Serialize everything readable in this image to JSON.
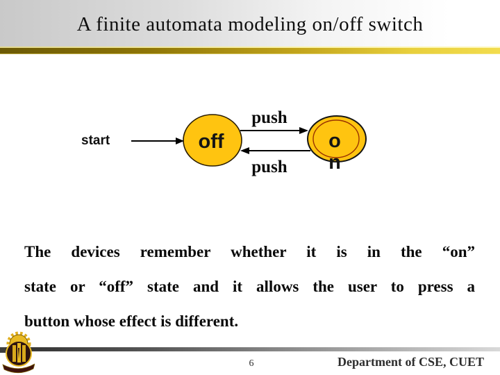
{
  "title": "A finite automata modeling on/off switch",
  "diagram": {
    "start_label": "start",
    "off_state_label": "off",
    "on_state_label_line1": "o",
    "on_state_label_line2": "n",
    "push_top_label": "push",
    "push_bottom_label": "push"
  },
  "body": {
    "lines": [
      "The devices remember whether it is in the “on”",
      "state or “off” state and it allows the user to press a",
      "button whose effect is different."
    ]
  },
  "footer": {
    "page_number": "6",
    "department": "Department of CSE, CUET"
  },
  "colors": {
    "state_fill": "#FFC410",
    "state_outline": "#2a1c00",
    "accepting_inner_ring": "#993300",
    "gold_bar_dark": "#6B5905",
    "gold_bar_light": "#F2DC4E",
    "footer_bar_dark": "#2E2E2E",
    "footer_bar_light": "#D9D9D9"
  }
}
